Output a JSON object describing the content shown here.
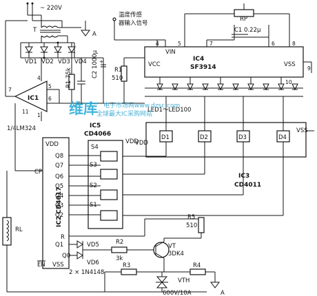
{
  "power": {
    "supply": "~ 220V",
    "transformer": "T",
    "ground": "A"
  },
  "rectifier": {
    "diodes": [
      "VD1",
      "VD2",
      "VD3",
      "VD4"
    ]
  },
  "ic1": {
    "name": "IC1",
    "part": "1/4LM324",
    "pins": {
      "out": "1",
      "in_neg": "4",
      "in_pos": "5",
      "in_b": "6",
      "in_c": "7",
      "in_d": "11"
    }
  },
  "r1": {
    "name": "R1",
    "value": "75k"
  },
  "c2": {
    "name": "C2",
    "value": "1000μ"
  },
  "r3top": {
    "name": "R1",
    "value": "510"
  },
  "sensor": {
    "label_l1": "温度传感",
    "label_l2": "器输入信号"
  },
  "ic4": {
    "name": "IC4",
    "part": "SF3914",
    "pin_vin": "VIN",
    "pin_vcc": "VCC",
    "pin_vss": "VSS",
    "pin_nums": [
      "5",
      "4",
      "7",
      "6",
      "8",
      "9",
      "10"
    ]
  },
  "rp": {
    "name": "RP"
  },
  "c1": {
    "name": "C1",
    "value": "0.22μ"
  },
  "led_label": "LED1～LED100",
  "ic5": {
    "name": "IC5",
    "part": "CD4066",
    "switches": [
      "S4",
      "S3",
      "S2",
      "S1"
    ],
    "vdd": "VDD"
  },
  "ic3": {
    "name": "IC3",
    "part": "CD4011",
    "gates": [
      "D1",
      "D2",
      "D3",
      "D4"
    ],
    "vdd": "VDD",
    "vss": "VSS"
  },
  "ic2": {
    "name": "IC2 CD4017",
    "vdd": "VDD",
    "vss": "VSS",
    "cp": "CP",
    "en": "EN",
    "r": "R",
    "outputs": [
      "Q8",
      "Q7",
      "Q6",
      "Q5",
      "Q4",
      "Q3",
      "Q2",
      "Q1",
      "Q0"
    ]
  },
  "relay": {
    "name": "RL"
  },
  "r5": {
    "name": "R5",
    "value": "510"
  },
  "vd5": {
    "name": "VD5"
  },
  "vd6": {
    "name": "VD6"
  },
  "diodes_note": "2 × 1N4148",
  "r2": {
    "name": "R2",
    "value": "3k"
  },
  "vt": {
    "name": "VT",
    "part": "3DK4"
  },
  "r3": {
    "name": "R3"
  },
  "r4": {
    "name": "R4"
  },
  "vth": {
    "name": "VTH",
    "rating": "600V/10A"
  },
  "ground_b": "A",
  "watermark": {
    "main": "维库",
    "sub1": "电子市场网",
    "url": "www.dzsc.com",
    "sub2": "全球最大IC采购网站"
  }
}
